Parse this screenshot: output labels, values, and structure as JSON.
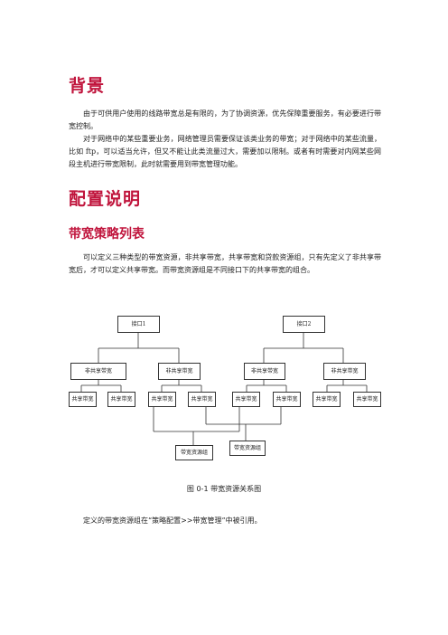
{
  "sections": {
    "background": {
      "title": "背景",
      "p1": "由于可供用户使用的线路带宽总是有限的，为了协调资源，优先保障重要服务，有必要进行带宽控制。",
      "p2": "对于网络中的某些重要业务，网络管理员需要保证该类业务的带宽；对于网络中的某些流量，比如 ftp，可以适当允许，但又不能让此类流量过大，需要加以限制。或者有时需要对内网某些网段主机进行带宽限制，此时就需要用到带宽管理功能。"
    },
    "config": {
      "title": "配置说明",
      "subtitle": "带宽策略列表",
      "p1": "可以定义三种类型的带宽资源，非共享带宽，共享带宽和贷款资源组，只有先定义了非共享带宽后，才可以定义共享带宽。而带宽资源组是不同接口下的共享带宽的组合。"
    }
  },
  "diagram": {
    "iface1": "接口1",
    "iface2": "接口2",
    "nonshared": [
      "非共享带宽",
      "非共享带宽",
      "非共享带宽",
      "非共享带宽"
    ],
    "shared": [
      "共享带宽",
      "共享带宽",
      "共享带宽",
      "共享带宽",
      "共享带宽",
      "共享带宽",
      "共享带宽",
      "共享带宽"
    ],
    "group1": "带宽资源组",
    "group2": "带宽资源组"
  },
  "figure": {
    "label": "图 0-1",
    "caption": "带宽资源关系图"
  },
  "footer_text": "定义的带宽资源组在“策略配置>>带宽管理”中被引用。"
}
